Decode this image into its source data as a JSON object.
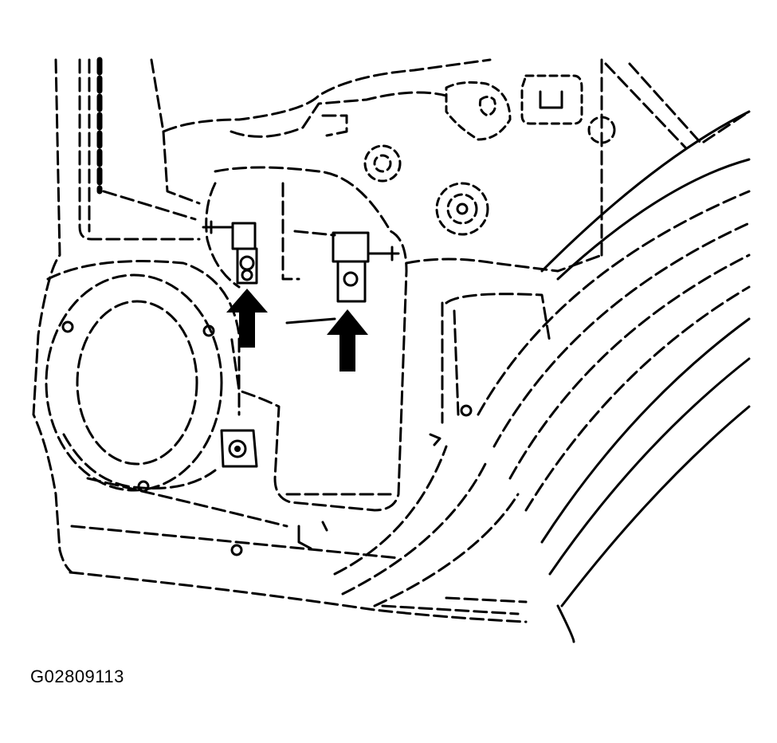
{
  "figure": {
    "code": "G02809113"
  },
  "callouts": [
    {
      "name": "left-bolt-arrow"
    },
    {
      "name": "right-bolt-arrow"
    }
  ]
}
